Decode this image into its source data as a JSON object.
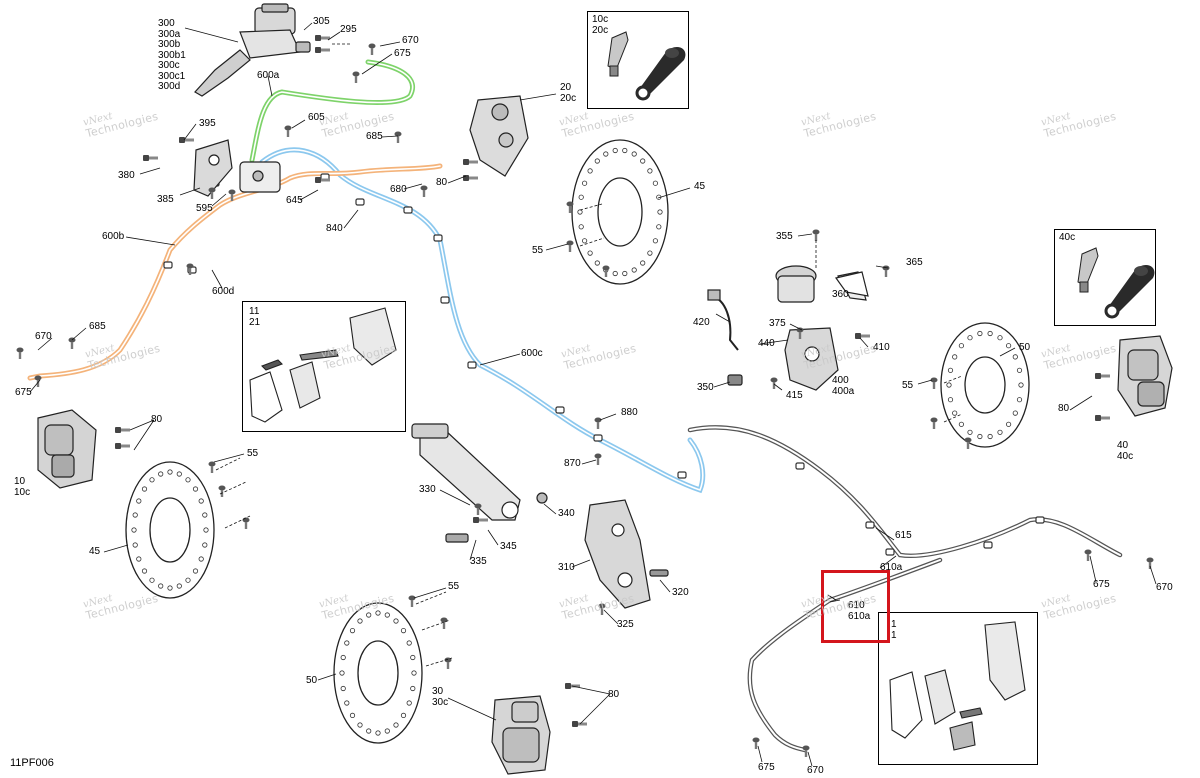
{
  "figure_code": "11PF006",
  "watermark": {
    "line1": "vNext",
    "line2": "Technologies"
  },
  "callouts": {
    "c300": [
      "300",
      "300a",
      "300b",
      "300b1",
      "300c",
      "300c1",
      "300d"
    ],
    "c305": "305",
    "c295": "295",
    "c670_top": "670",
    "c675_top": "675",
    "c600a": "600a",
    "c20": [
      "20",
      "20c"
    ],
    "c395": "395",
    "c605": "605",
    "c685_top": "685",
    "c380": "380",
    "c385": "385",
    "c595": "595",
    "c645": "645",
    "c680": "680",
    "c80_top": "80",
    "c840": "840",
    "c45_right": "45",
    "c55_right": "55",
    "c600b": "600b",
    "c600d": "600d",
    "c355": "355",
    "c365": "365",
    "c360": "360",
    "c420": "420",
    "c375": "375",
    "c440": "440",
    "c410": "410",
    "c400": [
      "400",
      "400a"
    ],
    "c350": "350",
    "c415": "415",
    "c50_right": "50",
    "c55_far": "55",
    "c80_far": "80",
    "c40": [
      "40",
      "40c"
    ],
    "c670_left": "670",
    "c685_left": "685",
    "c675_left": "675",
    "c600c": "600c",
    "c880": "880",
    "c870": "870",
    "c80_left": "80",
    "c10": [
      "10",
      "10c"
    ],
    "c55_left": "55",
    "c45_left": "45",
    "c330": "330",
    "c340": "340",
    "c345": "345",
    "c335": "335",
    "c310": "310",
    "c320": "320",
    "c325": "325",
    "c615": "615",
    "c610a_top": "610a",
    "c610": [
      "610",
      "610a"
    ],
    "c675_right": "675",
    "c670_right": "670",
    "c55_bottom": "55",
    "c50_bottom": "50",
    "c30": [
      "30",
      "30c"
    ],
    "c80_bottom": "80",
    "c675_bottom": "675",
    "c670_bottom": "670"
  },
  "insets": {
    "bleeder_top": [
      "10c",
      "20c"
    ],
    "bleeder_right": [
      "40c"
    ],
    "pads_left": [
      "11",
      "21"
    ],
    "pads_right": [
      "1",
      "1"
    ]
  },
  "colors": {
    "line_green": "#7ed36a",
    "line_blue": "#8cc8ee",
    "line_orange": "#f4b37a",
    "highlight": "#d4151c",
    "ink": "#222222",
    "part_fill": "#e2e2e2"
  }
}
